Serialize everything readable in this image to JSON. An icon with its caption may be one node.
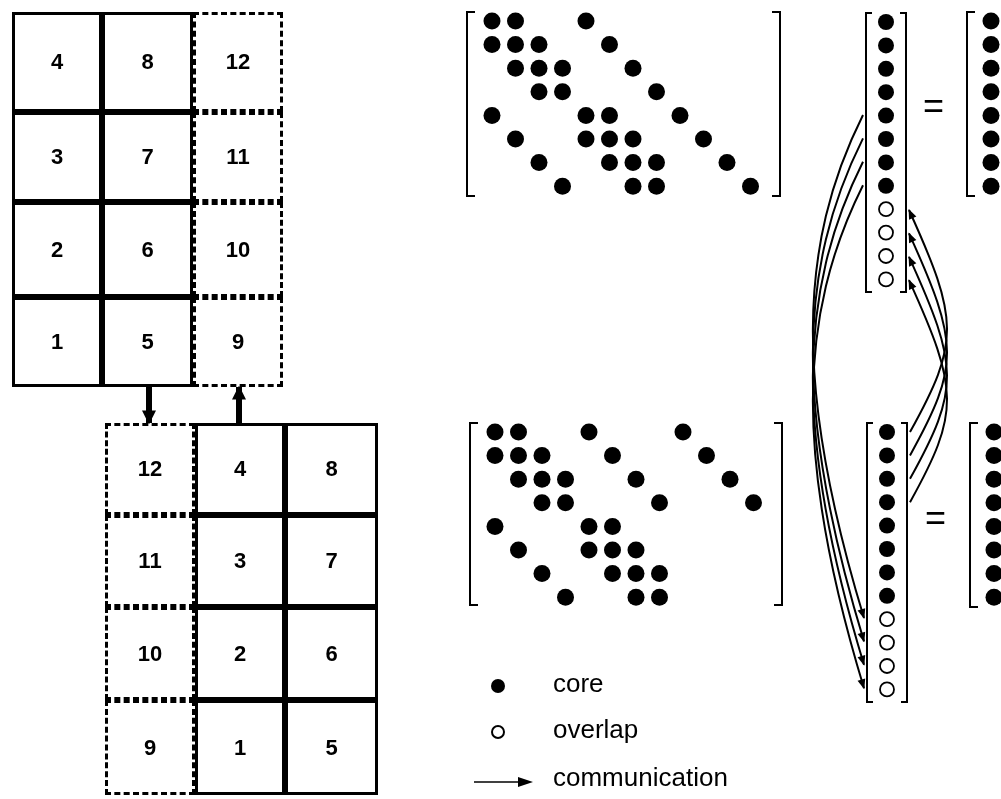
{
  "diagram": {
    "nodes": [
      {
        "text": [
          "4"
        ]
      },
      {
        "text": [
          "8"
        ]
      },
      {
        "text": [
          "12"
        ]
      },
      {
        "text": [
          "3"
        ]
      },
      {
        "text": [
          "7"
        ]
      },
      {
        "text": [
          "11"
        ]
      },
      {
        "text": [
          "2"
        ]
      },
      {
        "text": [
          "6"
        ]
      },
      {
        "text": [
          "10"
        ]
      },
      {
        "text": [
          "1"
        ]
      },
      {
        "text": [
          "5"
        ]
      },
      {
        "text": [
          "9"
        ]
      },
      {
        "text": [
          "12"
        ]
      },
      {
        "text": [
          "4"
        ]
      },
      {
        "text": [
          "8"
        ]
      },
      {
        "text": [
          "11"
        ]
      },
      {
        "text": [
          "3"
        ]
      },
      {
        "text": [
          "7"
        ]
      },
      {
        "text": [
          "10"
        ]
      },
      {
        "text": [
          "2"
        ]
      },
      {
        "text": [
          "6"
        ]
      },
      {
        "text": [
          "9"
        ]
      },
      {
        "text": [
          "1"
        ]
      },
      {
        "text": [
          "5"
        ]
      },
      {
        "text": [],
        "shape": "bar"
      },
      {
        "text": [],
        "shape": "bar"
      }
    ],
    "edges": [
      {
        "from": 10,
        "to": 12,
        "arrow": "to",
        "style": "thick"
      },
      {
        "from": 13,
        "to": 11,
        "arrow": "to",
        "style": "thick"
      },
      {
        "from": 24,
        "to": 25,
        "arrow": "to"
      },
      {
        "from": 24,
        "to": 25,
        "arrow": "to"
      },
      {
        "from": 24,
        "to": 25,
        "arrow": "to"
      },
      {
        "from": 24,
        "to": 25,
        "arrow": "to"
      },
      {
        "from": 25,
        "to": 24,
        "arrow": "to"
      },
      {
        "from": 25,
        "to": 24,
        "arrow": "to"
      },
      {
        "from": 25,
        "to": 24,
        "arrow": "to"
      },
      {
        "from": 25,
        "to": 24,
        "arrow": "to"
      }
    ],
    "labels": [
      "=",
      "="
    ],
    "legend": [
      {
        "text": "core"
      },
      {
        "text": "overlap"
      },
      {
        "text": "communication"
      }
    ]
  }
}
